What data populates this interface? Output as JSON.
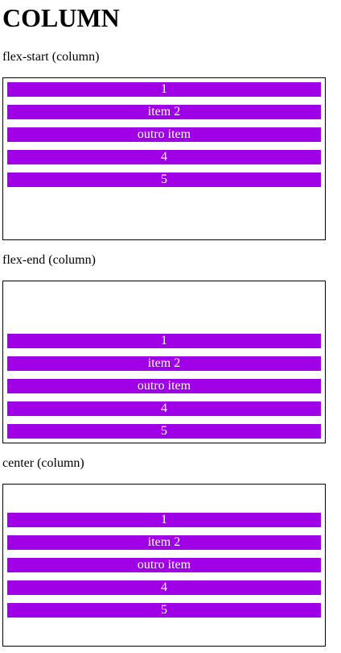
{
  "title": "COLUMN",
  "sections": [
    {
      "label": "flex-start (column)",
      "items": [
        "1",
        "item 2",
        "outro item",
        "4",
        "5"
      ]
    },
    {
      "label": "flex-end (column)",
      "items": [
        "1",
        "item 2",
        "outro item",
        "4",
        "5"
      ]
    },
    {
      "label": "center (column)",
      "items": [
        "1",
        "item 2",
        "outro item",
        "4",
        "5"
      ]
    }
  ],
  "colors": {
    "item_background": "#a000e6",
    "item_text": "#ffffff",
    "border": "#000000"
  }
}
